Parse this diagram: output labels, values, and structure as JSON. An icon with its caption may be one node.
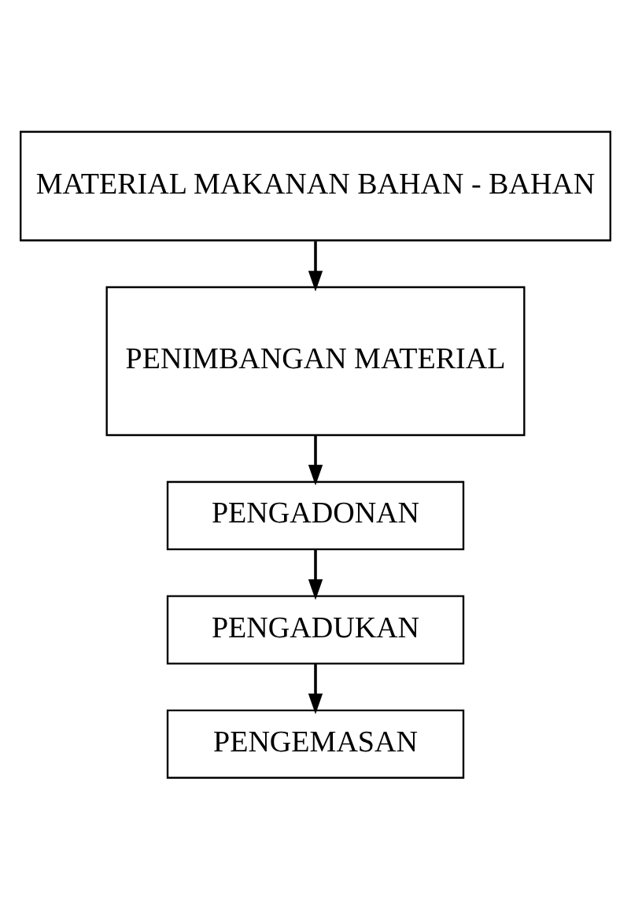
{
  "diagram": {
    "nodes": [
      {
        "text": [
          "MATERIAL MAKANAN BAHAN - BAHAN"
        ]
      },
      {
        "text": [
          "PENIMBANGAN MATERIAL"
        ]
      },
      {
        "text": [
          "PENGADONAN"
        ]
      },
      {
        "text": [
          "PENGADUKAN"
        ]
      },
      {
        "text": [
          "PENGEMASAN"
        ]
      }
    ],
    "edges": [
      {
        "from": 0,
        "to": 1,
        "arrow": "to"
      },
      {
        "from": 1,
        "to": 2,
        "arrow": "to"
      },
      {
        "from": 2,
        "to": 3,
        "arrow": "to"
      },
      {
        "from": 3,
        "to": 4,
        "arrow": "to"
      }
    ]
  }
}
